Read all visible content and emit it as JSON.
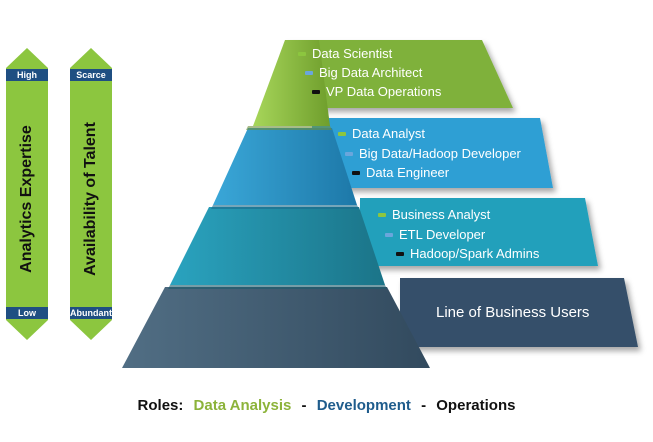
{
  "scales": [
    {
      "label": "Analytics Expertise",
      "top": "High",
      "bottom": "Low"
    },
    {
      "label": "Availability of Talent",
      "top": "Scarce",
      "bottom": "Abundant"
    }
  ],
  "tiers": [
    {
      "color": "#8cc63f",
      "roles": [
        {
          "text": "Data Scientist",
          "bullet": "green"
        },
        {
          "text": "Big Data Architect",
          "bullet": "blue"
        },
        {
          "text": "VP Data Operations",
          "bullet": "black"
        }
      ]
    },
    {
      "color": "#38a9de",
      "roles": [
        {
          "text": "Data Analyst",
          "bullet": "green"
        },
        {
          "text": "Big Data/Hadoop Developer",
          "bullet": "blue"
        },
        {
          "text": "Data Engineer",
          "bullet": "black"
        }
      ]
    },
    {
      "color": "#2a9bb8",
      "roles": [
        {
          "text": "Business Analyst",
          "bullet": "green"
        },
        {
          "text": "ETL Developer",
          "bullet": "blue"
        },
        {
          "text": "Hadoop/Spark Admins",
          "bullet": "black"
        }
      ]
    },
    {
      "color": "#3c5a72",
      "label": "Line of Business Users"
    }
  ],
  "legend": {
    "prefix": "Roles:",
    "analysis": "Data Analysis",
    "sep1": "-",
    "development": "Development",
    "sep2": "-",
    "operations": "Operations"
  }
}
